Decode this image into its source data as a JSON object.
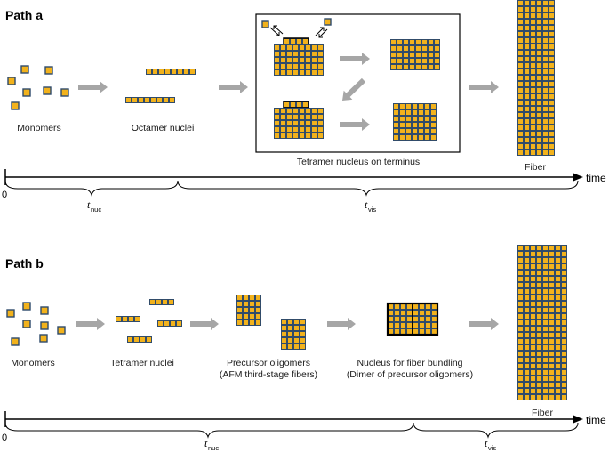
{
  "colors": {
    "monomer_fill": "#F2B21C",
    "monomer_stroke": "#2E4A6B",
    "arrow": "#A6A6A6",
    "axis": "#000000"
  },
  "path_a": {
    "title": "Path a",
    "labels": {
      "monomers": "Monomers",
      "octamer": "Octamer nuclei",
      "tetramer_terminus": "Tetramer nucleus on terminus",
      "fiber": "Fiber"
    },
    "axis": {
      "origin": "0",
      "time": "time"
    },
    "t_nuc": {
      "symbol": "t",
      "sub": "nuc"
    },
    "t_vis": {
      "symbol": "t",
      "sub": "vis"
    }
  },
  "path_b": {
    "title": "Path b",
    "labels": {
      "monomers": "Monomers",
      "tetramer": "Tetramer nuclei",
      "precursor_1": "Precursor oligomers",
      "precursor_2": "(AFM third-stage fibers)",
      "bundling_1": "Nucleus for fiber bundling",
      "bundling_2": "(Dimer of precursor oligomers)",
      "fiber": "Fiber"
    },
    "axis": {
      "origin": "0",
      "time": "time"
    },
    "t_nuc": {
      "symbol": "t",
      "sub": "nuc"
    },
    "t_vis": {
      "symbol": "t",
      "sub": "vis"
    }
  },
  "icons": [
    "monomer-square-icon",
    "grey-arrow-icon",
    "curly-brace-icon",
    "exchange-arrows-icon"
  ]
}
